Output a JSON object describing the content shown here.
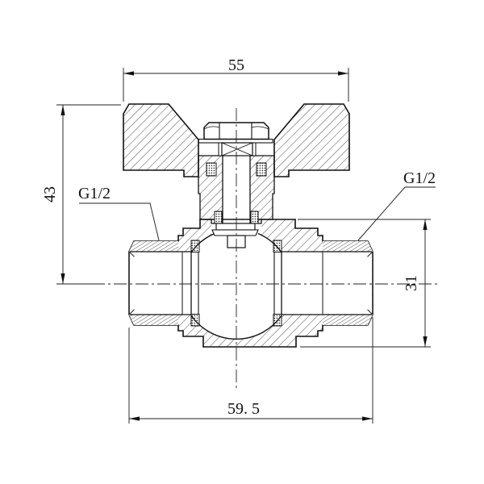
{
  "drawing": {
    "title": "ball-valve-sectional-drawing",
    "dimensions": {
      "handle_width": "55",
      "overall_height": "43",
      "body_height": "31",
      "body_length": "59. 5"
    },
    "labels": {
      "left_thread": "G1/2",
      "right_thread": "G1/2"
    },
    "colors": {
      "line": "#1a1a1a",
      "background": "#ffffff"
    }
  }
}
